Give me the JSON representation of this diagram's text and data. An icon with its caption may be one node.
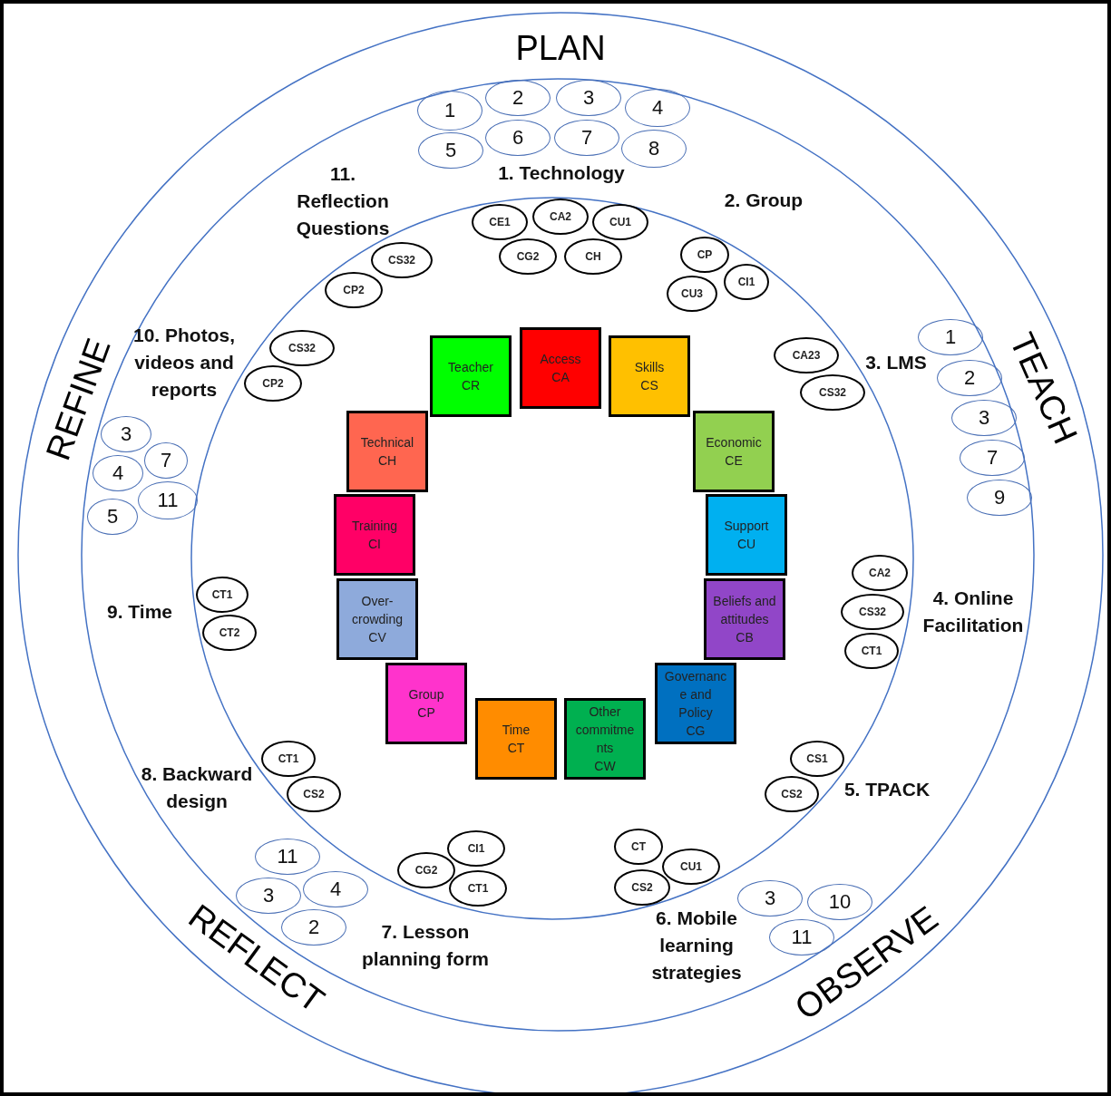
{
  "diagram": {
    "nodes": [
      {
        "text": [
          "1"
        ]
      },
      {
        "text": [
          "2"
        ]
      },
      {
        "text": [
          "3"
        ]
      },
      {
        "text": [
          "4"
        ]
      },
      {
        "text": [
          "5"
        ]
      },
      {
        "text": [
          "6"
        ]
      },
      {
        "text": [
          "7"
        ]
      },
      {
        "text": [
          "8"
        ]
      },
      {
        "text": [
          "1"
        ]
      },
      {
        "text": [
          "2"
        ]
      },
      {
        "text": [
          "3"
        ]
      },
      {
        "text": [
          "7"
        ]
      },
      {
        "text": [
          "9"
        ]
      },
      {
        "text": [
          "3"
        ]
      },
      {
        "text": [
          "10"
        ]
      },
      {
        "text": [
          "11"
        ]
      },
      {
        "text": [
          "11"
        ]
      },
      {
        "text": [
          "3"
        ]
      },
      {
        "text": [
          "4"
        ]
      },
      {
        "text": [
          "2"
        ]
      },
      {
        "text": [
          "3"
        ]
      },
      {
        "text": [
          "7"
        ]
      },
      {
        "text": [
          "4"
        ]
      },
      {
        "text": [
          "11"
        ]
      },
      {
        "text": [
          "5"
        ]
      },
      {
        "text": [
          "CE1"
        ]
      },
      {
        "text": [
          "CA2"
        ]
      },
      {
        "text": [
          "CU1"
        ]
      },
      {
        "text": [
          "CG2"
        ]
      },
      {
        "text": [
          "CH"
        ]
      },
      {
        "text": [
          "CP"
        ]
      },
      {
        "text": [
          "CI1"
        ]
      },
      {
        "text": [
          "CU3"
        ]
      },
      {
        "text": [
          "CS32"
        ]
      },
      {
        "text": [
          "CP2"
        ]
      },
      {
        "text": [
          "CS32"
        ]
      },
      {
        "text": [
          "CP2"
        ]
      },
      {
        "text": [
          "CA23"
        ]
      },
      {
        "text": [
          "CS32"
        ]
      },
      {
        "text": [
          "CA2"
        ]
      },
      {
        "text": [
          "CS32"
        ]
      },
      {
        "text": [
          "CT1"
        ]
      },
      {
        "text": [
          "CS1"
        ]
      },
      {
        "text": [
          "CS2"
        ]
      },
      {
        "text": [
          "CT"
        ]
      },
      {
        "text": [
          "CU1"
        ]
      },
      {
        "text": [
          "CS2"
        ]
      },
      {
        "text": [
          "CI1"
        ]
      },
      {
        "text": [
          "CG2"
        ]
      },
      {
        "text": [
          "CT1"
        ]
      },
      {
        "text": [
          "CT1"
        ]
      },
      {
        "text": [
          "CS2"
        ]
      },
      {
        "text": [
          "CT1"
        ]
      },
      {
        "text": [
          "CT2"
        ]
      },
      {
        "text": [
          "Access",
          "CA"
        ]
      },
      {
        "text": [
          "Teacher",
          "CR"
        ]
      },
      {
        "text": [
          "Skills",
          "CS"
        ]
      },
      {
        "text": [
          "Technical",
          "CH"
        ]
      },
      {
        "text": [
          "Economic",
          "CE"
        ]
      },
      {
        "text": [
          "Training",
          "CI"
        ]
      },
      {
        "text": [
          "Support",
          "CU"
        ]
      },
      {
        "text": [
          "Over-crowding",
          "CV"
        ]
      },
      {
        "text": [
          "Beliefs and attitudes",
          "CB"
        ]
      },
      {
        "text": [
          "Group",
          "CP"
        ]
      },
      {
        "text": [
          "Governance and Policy",
          "CG"
        ]
      },
      {
        "text": [
          "Time",
          "CT"
        ]
      },
      {
        "text": [
          "Other commitments",
          "CW"
        ]
      }
    ],
    "labels": [
      "PLAN",
      "TEACH",
      "OBSERVE",
      "REFLECT",
      "REFINE",
      "1. Technology",
      "2. Group",
      "3. LMS",
      "4. Online Facilitation",
      "5. TPACK",
      "6. Mobile learning strategies",
      "7. Lesson planning form",
      "8. Backward design",
      "9. Time",
      "10. Photos, videos and reports",
      "11. Reflection Questions"
    ]
  }
}
